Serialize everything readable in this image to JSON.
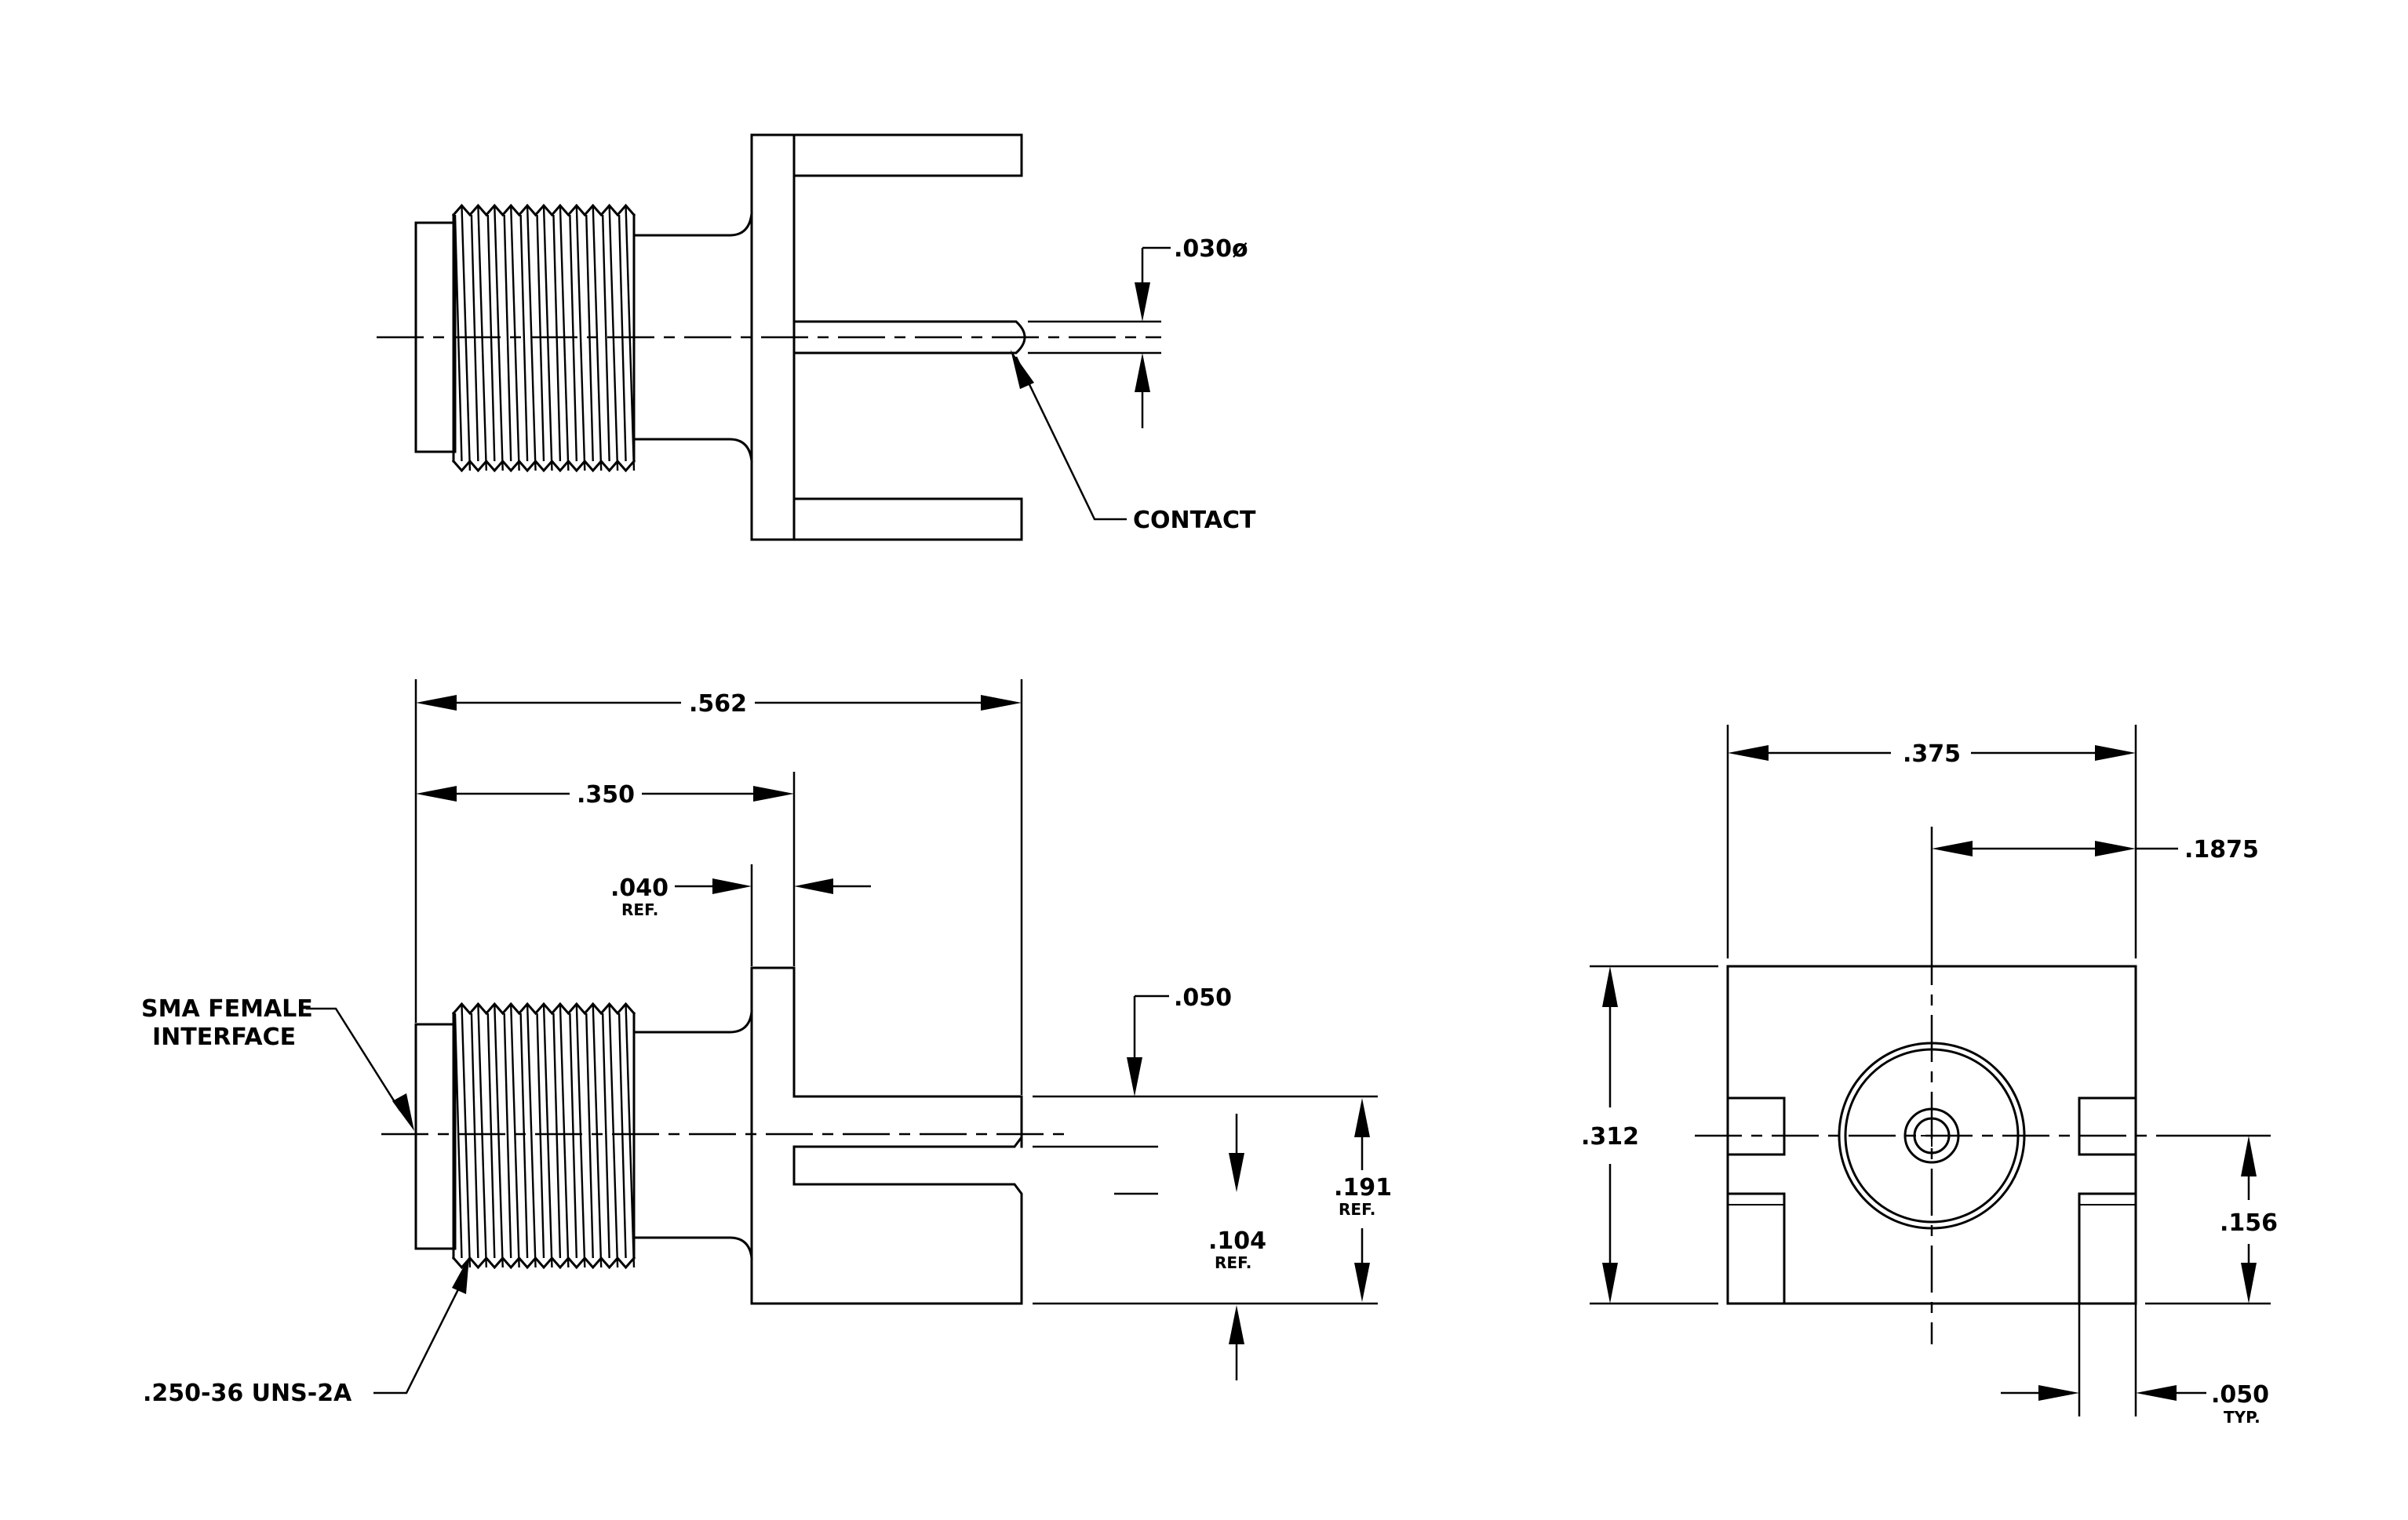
{
  "labels": {
    "dia_030": ".030ø",
    "contact": "CONTACT",
    "dim_562": ".562",
    "dim_350": ".350",
    "dim_040": ".040",
    "ref_040": "REF.",
    "sma_line1": "SMA FEMALE",
    "sma_line2": "INTERFACE",
    "dim_050_top": ".050",
    "dim_191": ".191",
    "ref_191": "REF.",
    "dim_104": ".104",
    "ref_104": "REF.",
    "thread_spec": ".250-36 UNS-2A",
    "dim_375": ".375",
    "dim_1875": ".1875",
    "dim_312": ".312",
    "dim_156": ".156",
    "dim_050_typ": ".050",
    "typ": "TYP."
  }
}
